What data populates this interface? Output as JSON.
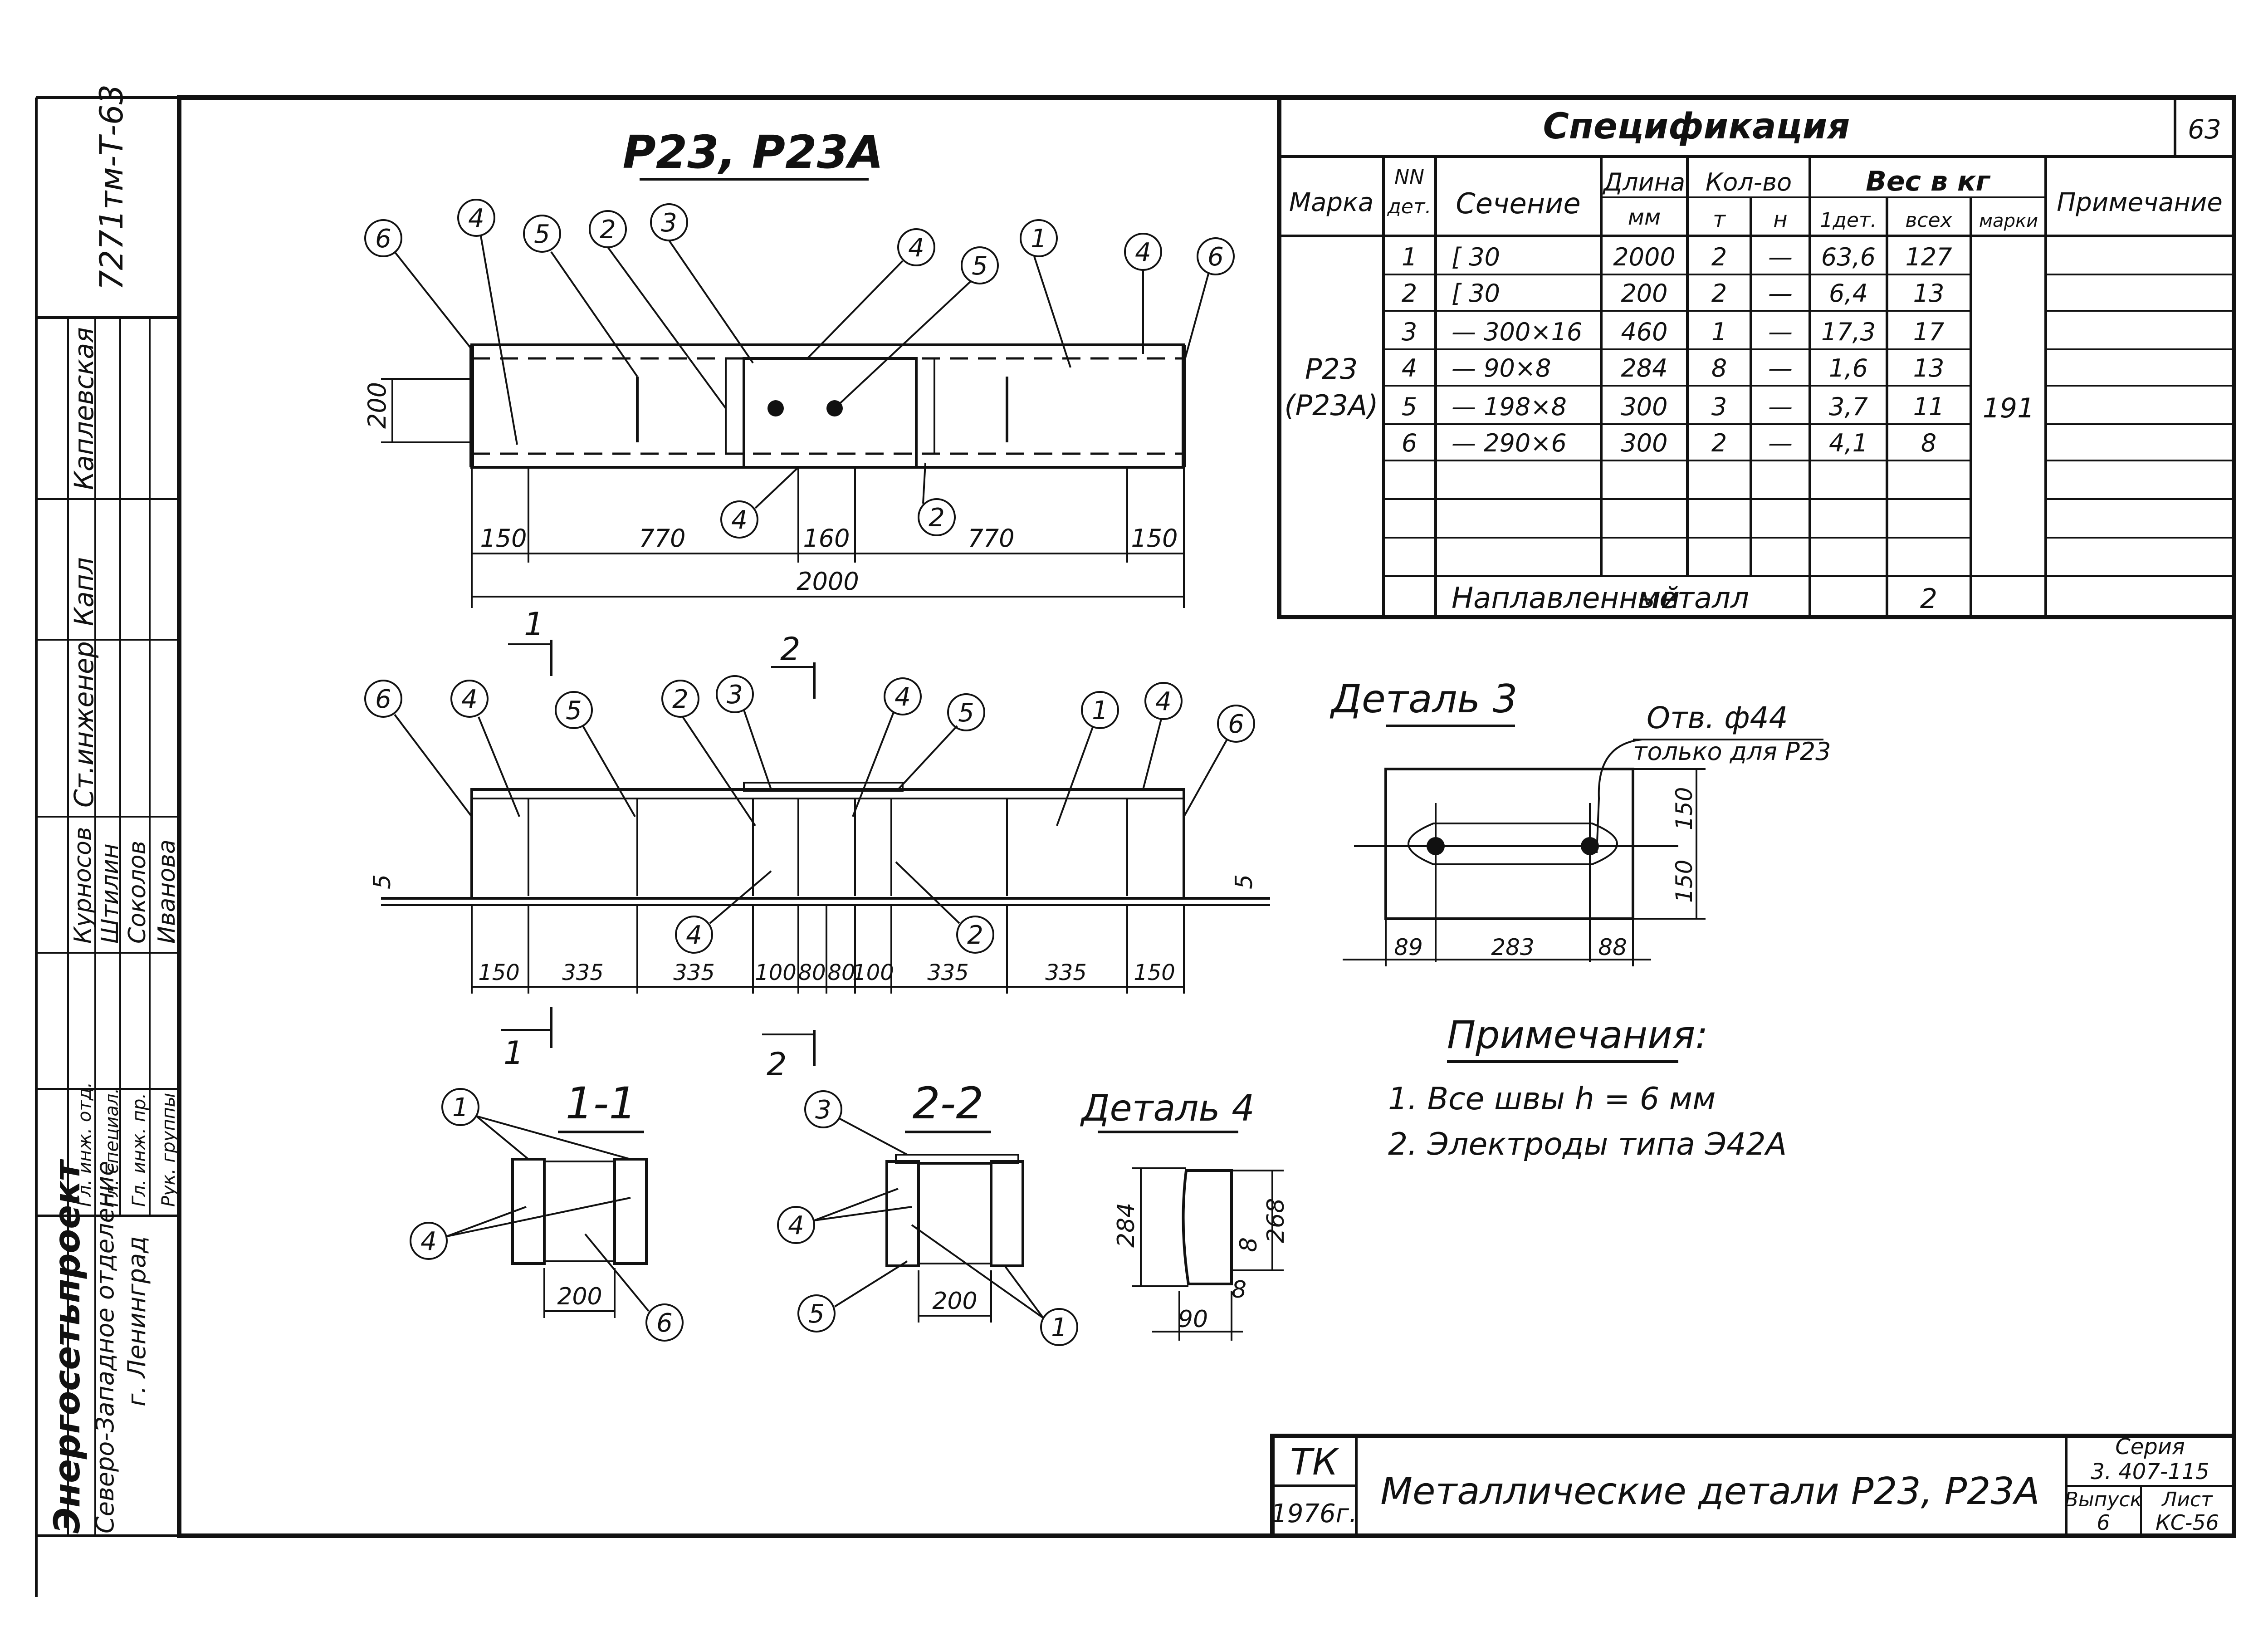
{
  "sheet_number": "63",
  "archive_number": "7271тм-Т-63",
  "stamp": {
    "organization_line1": "Энергосетьпроект",
    "organization_line2": "Северо-Западное отделение",
    "organization_line3": "г. Ленинград",
    "roles": [
      "Гл. инж. отд.",
      "Гл. специал.",
      "Гл. инж. пр.",
      "Рук. группы"
    ],
    "names": [
      "Курносов",
      "Штилин",
      "Соколов",
      "Иванова"
    ],
    "extra_role": "Ст.инженер",
    "extra_name": "Каплевская",
    "signature_1": "Капл"
  },
  "main_title": "Р23, Р23А",
  "section_1_title": "1-1",
  "section_2_title": "2-2",
  "detail_3_title": "Деталь 3",
  "detail_4_title": "Деталь 4",
  "hole_note_1": "Отв. ф44",
  "hole_note_2": "только для Р23",
  "spec": {
    "title": "Спецификация",
    "headers": {
      "mark": "Марка",
      "nn": "NN",
      "det": "дет.",
      "section": "Сечение",
      "length": "Длина",
      "length_unit": "мм",
      "qty": "Кол-во",
      "qty_t": "т",
      "qty_n": "н",
      "weight": "Вес в кг",
      "w_1det": "1дет.",
      "w_all": "всех",
      "w_mark": "марки",
      "note": "Примечание"
    },
    "mark_value_1": "Р23",
    "mark_value_2": "(Р23А)",
    "mark_weight": "191",
    "rows": [
      {
        "n": "1",
        "section": "[ 30",
        "length": "2000",
        "t": "2",
        "h": "—",
        "w1": "63,6",
        "wall": "127"
      },
      {
        "n": "2",
        "section": "[ 30",
        "length": "200",
        "t": "2",
        "h": "—",
        "w1": "6,4",
        "wall": "13"
      },
      {
        "n": "3",
        "section": "— 300×16",
        "length": "460",
        "t": "1",
        "h": "—",
        "w1": "17,3",
        "wall": "17"
      },
      {
        "n": "4",
        "section": "— 90×8",
        "length": "284",
        "t": "8",
        "h": "—",
        "w1": "1,6",
        "wall": "13"
      },
      {
        "n": "5",
        "section": "— 198×8",
        "length": "300",
        "t": "3",
        "h": "—",
        "w1": "3,7",
        "wall": "11"
      },
      {
        "n": "6",
        "section": "— 290×6",
        "length": "300",
        "t": "2",
        "h": "—",
        "w1": "4,1",
        "wall": "8"
      }
    ],
    "weld_label_1": "Наплавленный",
    "weld_label_2": "металл",
    "weld_value": "2"
  },
  "notes": {
    "title": "Примечания:",
    "items": [
      "1. Все швы  h = 6 мм",
      "2. Электроды типа Э42А"
    ]
  },
  "dims_top": [
    "150",
    "770",
    "160",
    "770",
    "150"
  ],
  "dim_total": "2000",
  "dim_height": "200",
  "dims_front": [
    "150",
    "335",
    "335",
    "100",
    "80",
    "80",
    "100",
    "335",
    "335",
    "150"
  ],
  "dim_front_side": "5",
  "detail3_dims": [
    "89",
    "283",
    "88"
  ],
  "detail3_vdims": [
    "150",
    "150"
  ],
  "detail4_dims": [
    "284",
    "268",
    "8",
    "8",
    "90"
  ],
  "section_dims": [
    "200",
    "200"
  ],
  "section_marks": [
    "1",
    "2"
  ],
  "callouts_top": [
    "6",
    "4",
    "5",
    "2",
    "3",
    "4",
    "5",
    "1",
    "4",
    "6",
    "4",
    "2"
  ],
  "callouts_front": [
    "6",
    "4",
    "5",
    "2",
    "3",
    "4",
    "5",
    "1",
    "4",
    "6",
    "4",
    "2"
  ],
  "callouts_s11": [
    "1",
    "4",
    "6"
  ],
  "callouts_s22": [
    "3",
    "4",
    "5",
    "1"
  ],
  "title_block": {
    "code": "ТК",
    "year": "1976г.",
    "title": "Металлические детали Р23, Р23А",
    "series_label": "Серия",
    "series_value": "3. 407-115",
    "issue_label": "Выпуск",
    "issue_value": "6",
    "sheet_label": "Лист",
    "sheet_value": "КС-56"
  }
}
